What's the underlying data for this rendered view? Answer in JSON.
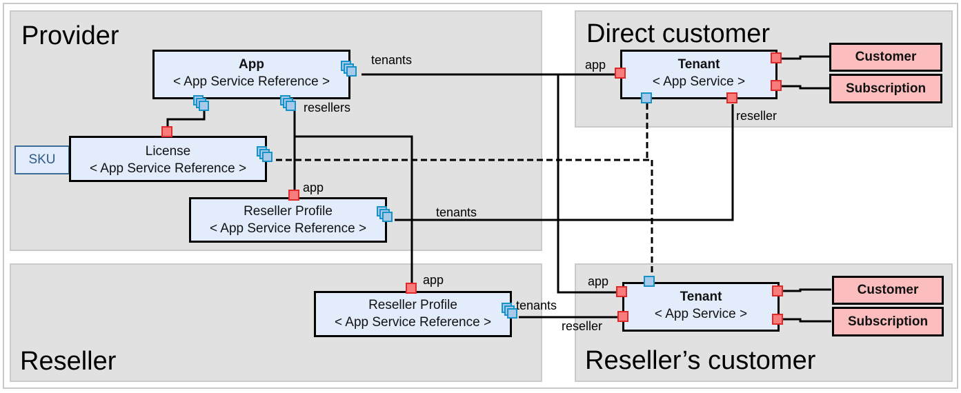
{
  "zones": {
    "provider": "Provider",
    "reseller": "Reseller",
    "direct_customer": "Direct customer",
    "resellers_customer": "Reseller’s customer"
  },
  "components": {
    "app": {
      "name": "App",
      "type": "< App Service Reference >"
    },
    "license": {
      "name": "License",
      "type": "< App Service Reference >"
    },
    "provider_reseller_profile": {
      "name": "Reseller Profile",
      "type": "< App Service Reference >"
    },
    "reseller_reseller_profile": {
      "name": "Reseller Profile",
      "type": "< App Service Reference >"
    },
    "direct_tenant": {
      "name": "Tenant",
      "type": "< App Service >"
    },
    "reseller_tenant": {
      "name": "Tenant",
      "type": "< App Service >"
    }
  },
  "sku": "SKU",
  "entities": {
    "direct_customer": "Customer",
    "direct_subscription": "Subscription",
    "reseller_customer": "Customer",
    "reseller_subscription": "Subscription"
  },
  "labels": {
    "app_tenants": "tenants",
    "app_resellers": "resellers",
    "provider_rp_app": "app",
    "provider_rp_tenants": "tenants",
    "reseller_rp_app": "app",
    "reseller_rp_tenants": "tenants",
    "direct_tenant_app": "app",
    "direct_tenant_reseller": "reseller",
    "reseller_tenant_app": "app",
    "reseller_tenant_reseller": "reseller"
  },
  "colors": {
    "zone_bg": "#e1e1e1",
    "component_bg": "#e3ecfb",
    "entity_bg": "#fbbdbd",
    "port_required": "#f87c7c",
    "port_provided": "#a9c9ea"
  }
}
